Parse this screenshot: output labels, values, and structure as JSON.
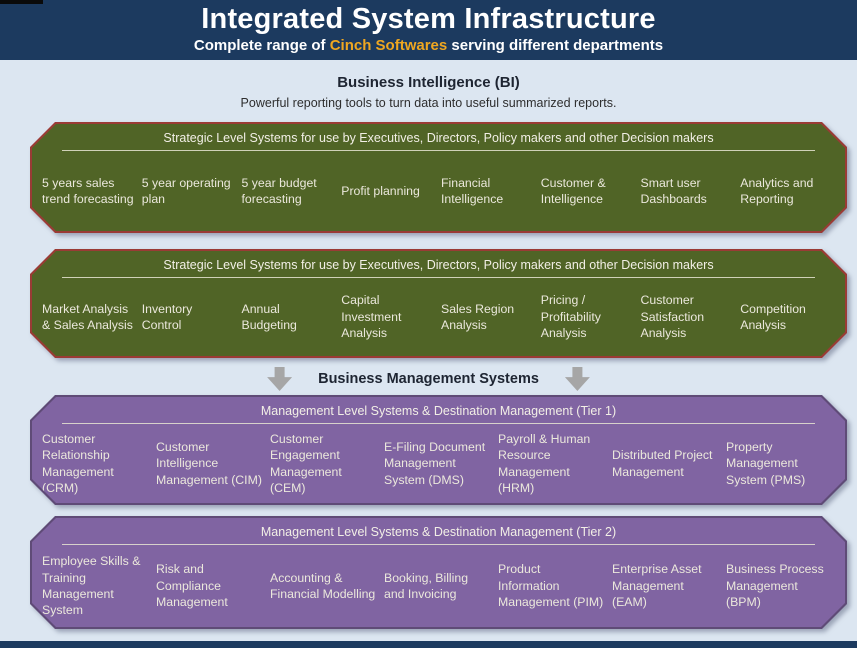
{
  "page": {
    "background": "#DCE6F1",
    "footer_bar_color": "#1C3A5F"
  },
  "header": {
    "bg": "#1C3A5F",
    "title": "Integrated System Infrastructure",
    "subtitle_prefix": "Complete range of ",
    "brand": "Cinch Softwares",
    "brand_color": "#EFA720",
    "subtitle_suffix": " serving different departments"
  },
  "bi": {
    "title": "Business Intelligence (BI)",
    "description": "Powerful reporting tools to turn data into useful summarized reports."
  },
  "bms": {
    "label": "Business Management Systems",
    "arrow_icon": "block-down-arrow",
    "arrow_color": "#A6A6A6"
  },
  "panels": [
    {
      "header": "Strategic Level Systems for use by Executives, Directors, Policy makers and other Decision makers",
      "bg": "#506426",
      "border": "#9A3B35",
      "items": [
        "5 years sales trend forecasting",
        "5 year operating plan",
        "5 year budget forecasting",
        "Profit planning",
        "Financial Intelligence",
        "Customer & Intelligence",
        "Smart user Dashboards",
        "Analytics and Reporting"
      ]
    },
    {
      "header": "Strategic Level Systems for use by Executives, Directors, Policy makers and other Decision makers",
      "bg": "#506426",
      "border": "#9A3B35",
      "items": [
        "Market Analysis & Sales Analysis",
        "Inventory Control",
        "Annual Budgeting",
        "Capital Investment Analysis",
        "Sales Region Analysis",
        "Pricing / Profitability Analysis",
        "Customer Satisfaction Analysis",
        "Competition Analysis"
      ]
    },
    {
      "header": "Management Level Systems & Destination Management (Tier 1)",
      "bg": "#8064A2",
      "border": "#5F4B77",
      "items": [
        "Customer Relationship Management (CRM)",
        "Customer Intelligence Management (CIM)",
        "Customer Engagement Management (CEM)",
        "E-Filing Document Management System (DMS)",
        "Payroll & Human Resource Management (HRM)",
        "Distributed Project Management",
        "Property Management System (PMS)"
      ]
    },
    {
      "header": "Management Level Systems & Destination Management (Tier 2)",
      "bg": "#8064A2",
      "border": "#5F4B77",
      "items": [
        "Employee Skills & Training Management System",
        "Risk and Compliance Management",
        "Accounting & Financial Modelling",
        "Booking, Billing and Invoicing",
        "Product Information Management (PIM)",
        "Enterprise Asset Management (EAM)",
        "Business Process Management (BPM)"
      ]
    }
  ]
}
